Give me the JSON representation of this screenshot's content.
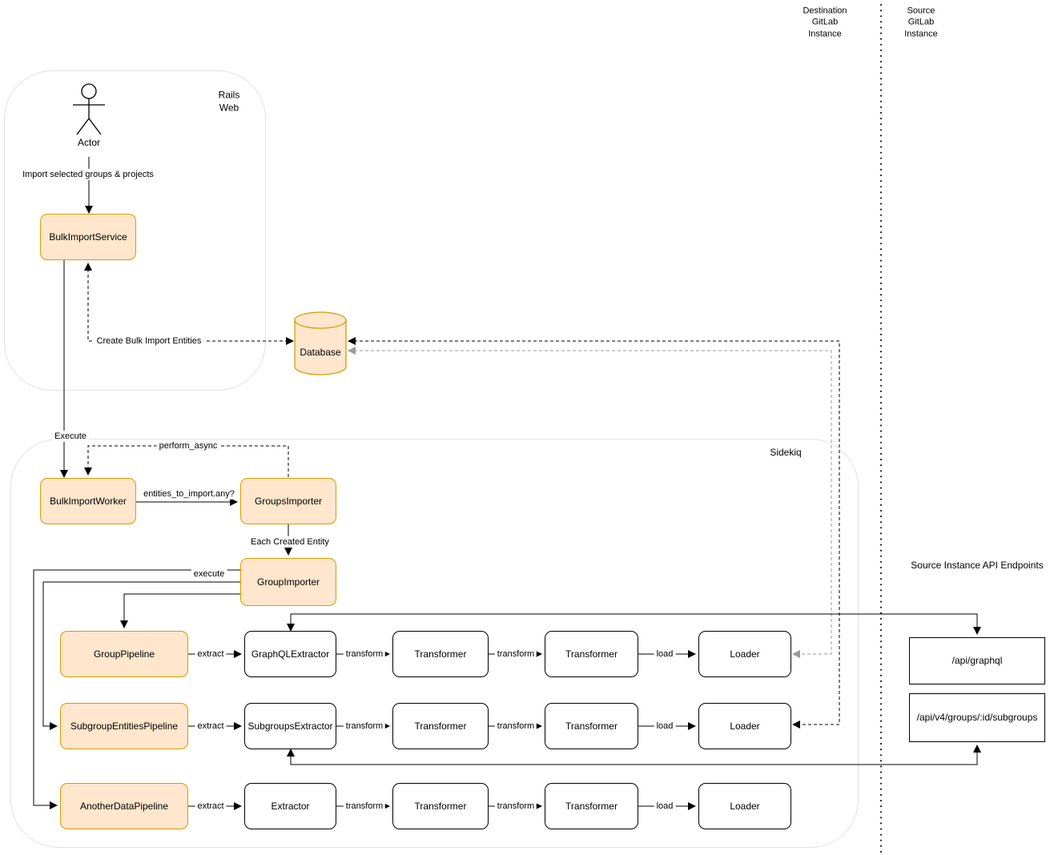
{
  "lanes": {
    "destination": "Destination\nGitLab\nInstance",
    "source": "Source\nGitLab\nInstance"
  },
  "rails": {
    "label": "Rails\nWeb",
    "actor": "Actor",
    "action": "Import selected groups & projects",
    "service": "BulkImportService"
  },
  "database": {
    "label": "Database"
  },
  "sidekiq": {
    "label": "Sidekiq",
    "worker": "BulkImportWorker",
    "groups_importer": "GroupsImporter",
    "group_importer": "GroupImporter",
    "pipelines": [
      {
        "name": "GroupPipeline",
        "extractor": "GraphQLExtractor",
        "transformer1": "Transformer",
        "transformer2": "Transformer",
        "loader": "Loader"
      },
      {
        "name": "SubgroupEntitiesPipeline",
        "extractor": "SubgroupsExtractor",
        "transformer1": "Transformer",
        "transformer2": "Transformer",
        "loader": "Loader"
      },
      {
        "name": "AnotherDataPipeline",
        "extractor": "Extractor",
        "transformer1": "Transformer",
        "transformer2": "Transformer",
        "loader": "Loader"
      }
    ]
  },
  "api": {
    "title": "Source Instance API Endpoints",
    "endpoints": [
      {
        "path": "/api/graphql"
      },
      {
        "path": "/api/v4/groups/:id/subgroups"
      }
    ]
  },
  "edge_labels": {
    "create_entities": "Create Bulk Import Entities",
    "execute": "Execute",
    "perform_async": "perform_async",
    "entities_check": "entities_to_import.any?",
    "each_created_entity": "Each Created Entity",
    "pipeline_execute": "execute",
    "extract": "extract",
    "transform": "transform",
    "load": "load"
  },
  "colors": {
    "node_fill": "#FFE6CC",
    "node_stroke": "#D79B00",
    "edge_black": "#000000",
    "edge_gray": "#999999",
    "container_stroke": "#E2E2E2"
  }
}
